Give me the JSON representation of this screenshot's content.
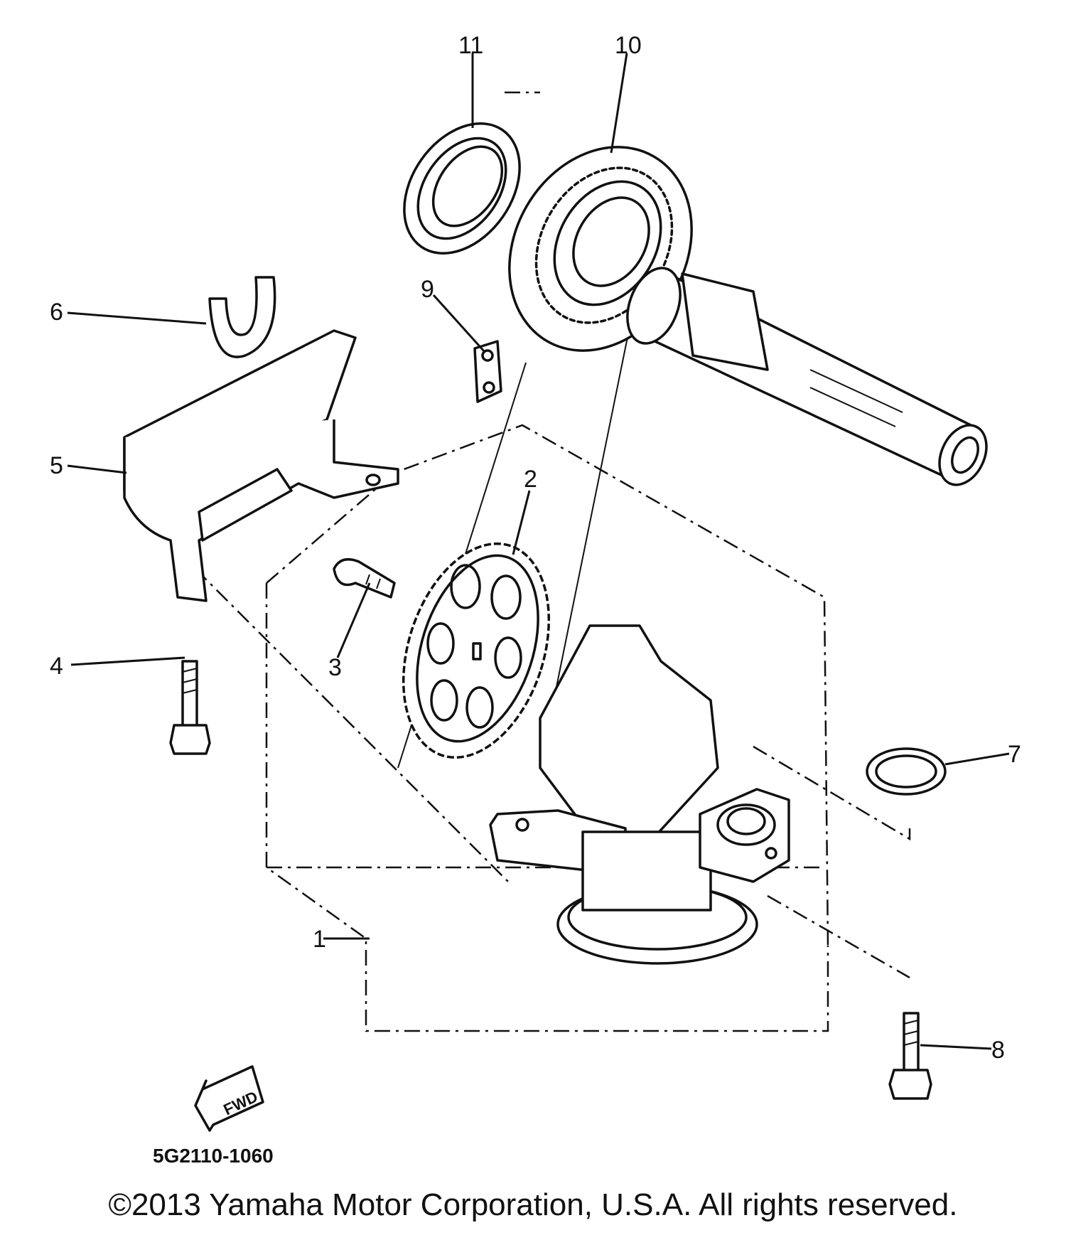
{
  "labels": {
    "l1": "1",
    "l2": "2",
    "l3": "3",
    "l4": "4",
    "l5": "5",
    "l6": "6",
    "l7": "7",
    "l8": "8",
    "l9": "9",
    "l10": "10",
    "l11": "11"
  },
  "drawing_code": "5G2110-1060",
  "fwd_badge": "FWD",
  "copyright": "©2013 Yamaha Motor Corporation, U.S.A. All rights reserved."
}
